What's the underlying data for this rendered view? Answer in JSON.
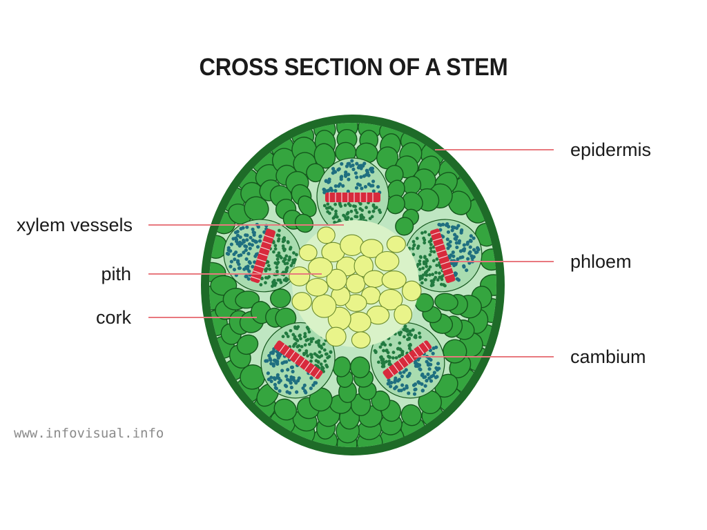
{
  "title": "CROSS SECTION OF A STEM",
  "labels": {
    "epidermis": "epidermis",
    "xylem": "xylem vessels",
    "phloem": "phloem",
    "pith": "pith",
    "cork": "cork",
    "cambium": "cambium"
  },
  "watermark": "www.infovisual.info",
  "colors": {
    "rim": "#1e6b28",
    "background": "#bfe6c2",
    "cell_fill": "#35a53f",
    "cell_stroke": "#14561c",
    "pith_fill": "#e9f48a",
    "pith_stroke": "#6a8a2c",
    "xylem_fill": "#1f6f80",
    "phloem_fill": "#227a40",
    "cambium": "#d82a3c",
    "leader_line": "#e8787e"
  }
}
